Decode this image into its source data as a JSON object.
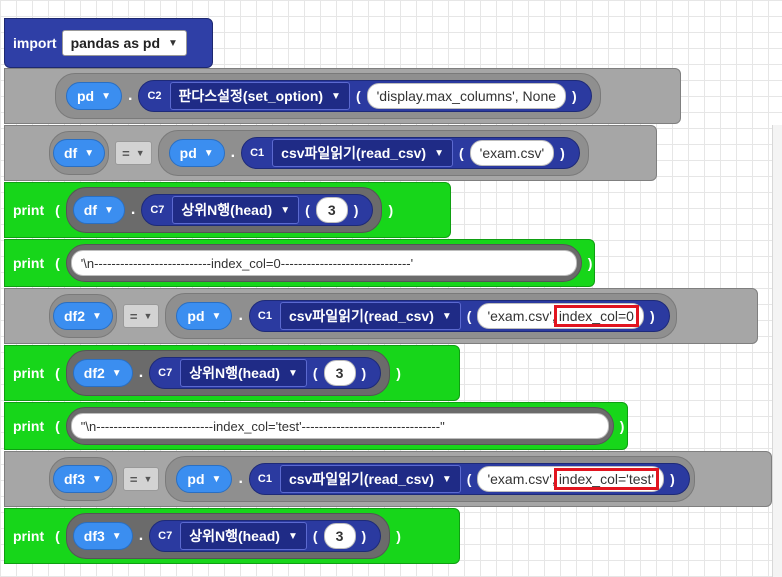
{
  "import_block": {
    "keyword": "import",
    "module": "pandas as pd"
  },
  "row1": {
    "obj": "pd",
    "dot": ".",
    "code": "C2",
    "method": "판다스설정(set_option)",
    "open": "(",
    "arg": "'display.max_columns', None",
    "close": ")"
  },
  "row2": {
    "target": "df",
    "eq": "=",
    "obj": "pd",
    "dot": ".",
    "code": "C1",
    "method": "csv파일읽기(read_csv)",
    "open": "(",
    "arg": "'exam.csv'",
    "close": ")"
  },
  "row3": {
    "keyword": "print",
    "open": "(",
    "obj": "df",
    "dot": ".",
    "code": "C7",
    "method": "상위N행(head)",
    "m_open": "(",
    "arg": "3",
    "m_close": ")",
    "close": ")"
  },
  "row4": {
    "keyword": "print",
    "open": "(",
    "arg": "'\\n---------------------------index_col=0------------------------------'",
    "close": ")"
  },
  "row5": {
    "target": "df2",
    "eq": "=",
    "obj": "pd",
    "dot": ".",
    "code": "C1",
    "method": "csv파일읽기(read_csv)",
    "open": "(",
    "arg1": "'exam.csv',",
    "arg2": "index_col=0",
    "close": ")"
  },
  "row6": {
    "keyword": "print",
    "open": "(",
    "obj": "df2",
    "dot": ".",
    "code": "C7",
    "method": "상위N행(head)",
    "m_open": "(",
    "arg": "3",
    "m_close": ")",
    "close": ")"
  },
  "row7": {
    "keyword": "print",
    "open": "(",
    "arg": "\"\\n---------------------------index_col='test'--------------------------------\"",
    "close": ")"
  },
  "row8": {
    "target": "df3",
    "eq": "=",
    "obj": "pd",
    "dot": ".",
    "code": "C1",
    "method": "csv파일읽기(read_csv)",
    "open": "(",
    "arg1": "'exam.csv',",
    "arg2": "index_col='test'",
    "close": ")"
  },
  "row9": {
    "keyword": "print",
    "open": "(",
    "obj": "df3",
    "dot": ".",
    "code": "C7",
    "method": "상위N행(head)",
    "m_open": "(",
    "arg": "3",
    "m_close": ")",
    "close": ")"
  },
  "colors": {
    "navy": "#2f3fa6",
    "gray": "#a6a6a6",
    "green": "#17d61a",
    "variable": "#3b8ef0",
    "highlight": "#e1141f"
  },
  "icons": {
    "dropdown": "chevron-down-icon"
  }
}
